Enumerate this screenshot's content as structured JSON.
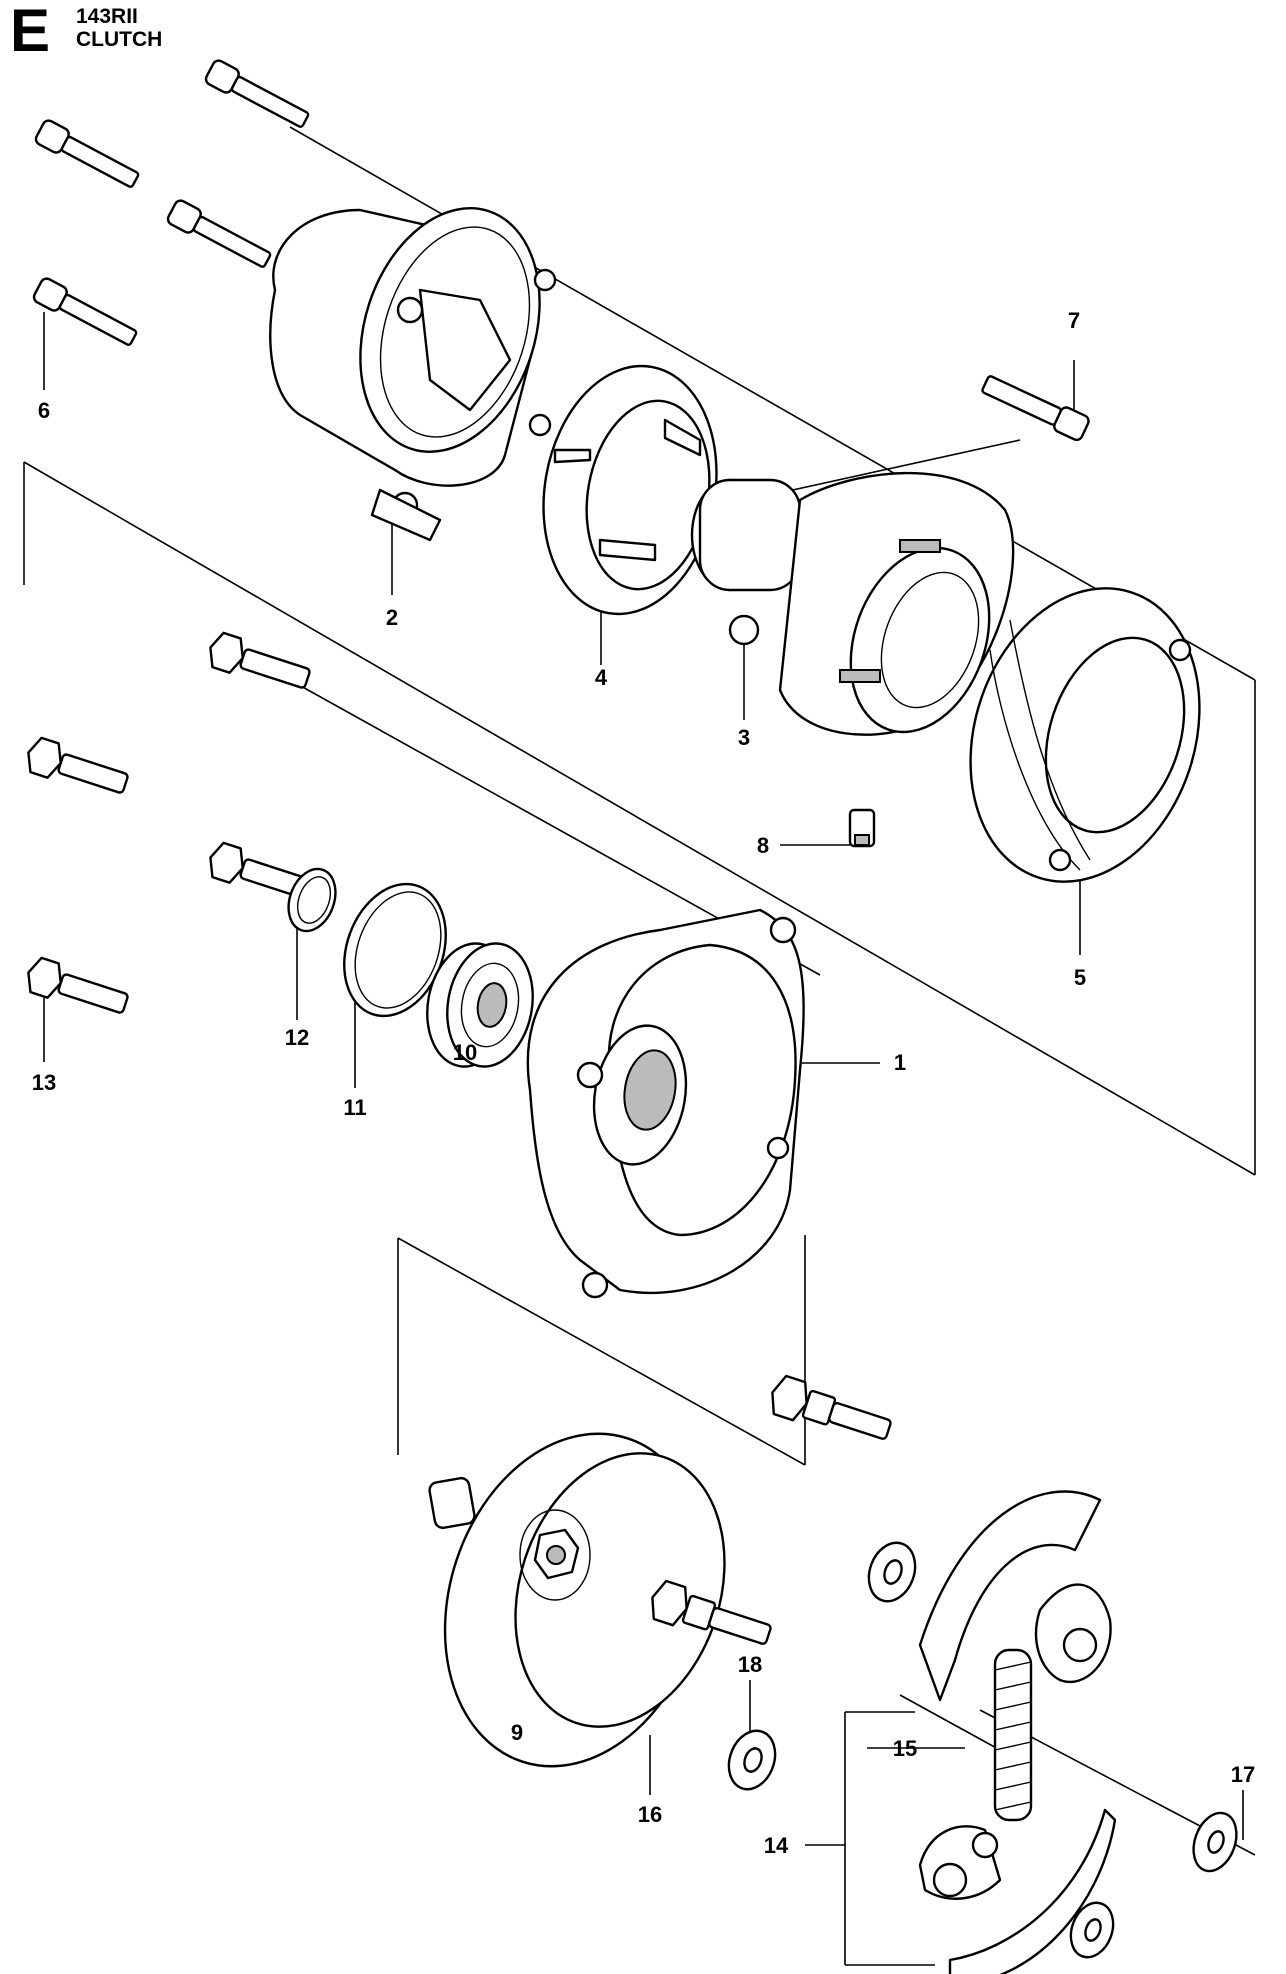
{
  "header": {
    "section_letter": "E",
    "model": "143RII",
    "assembly_name": "CLUTCH"
  },
  "callouts": {
    "c1": "1",
    "c2": "2",
    "c3": "3",
    "c4": "4",
    "c5": "5",
    "c6": "6",
    "c7": "7",
    "c8": "8",
    "c9": "9",
    "c10": "10",
    "c11": "11",
    "c12": "12",
    "c13": "13",
    "c14": "14",
    "c15": "15",
    "c16": "16",
    "c17": "17",
    "c18": "18"
  }
}
